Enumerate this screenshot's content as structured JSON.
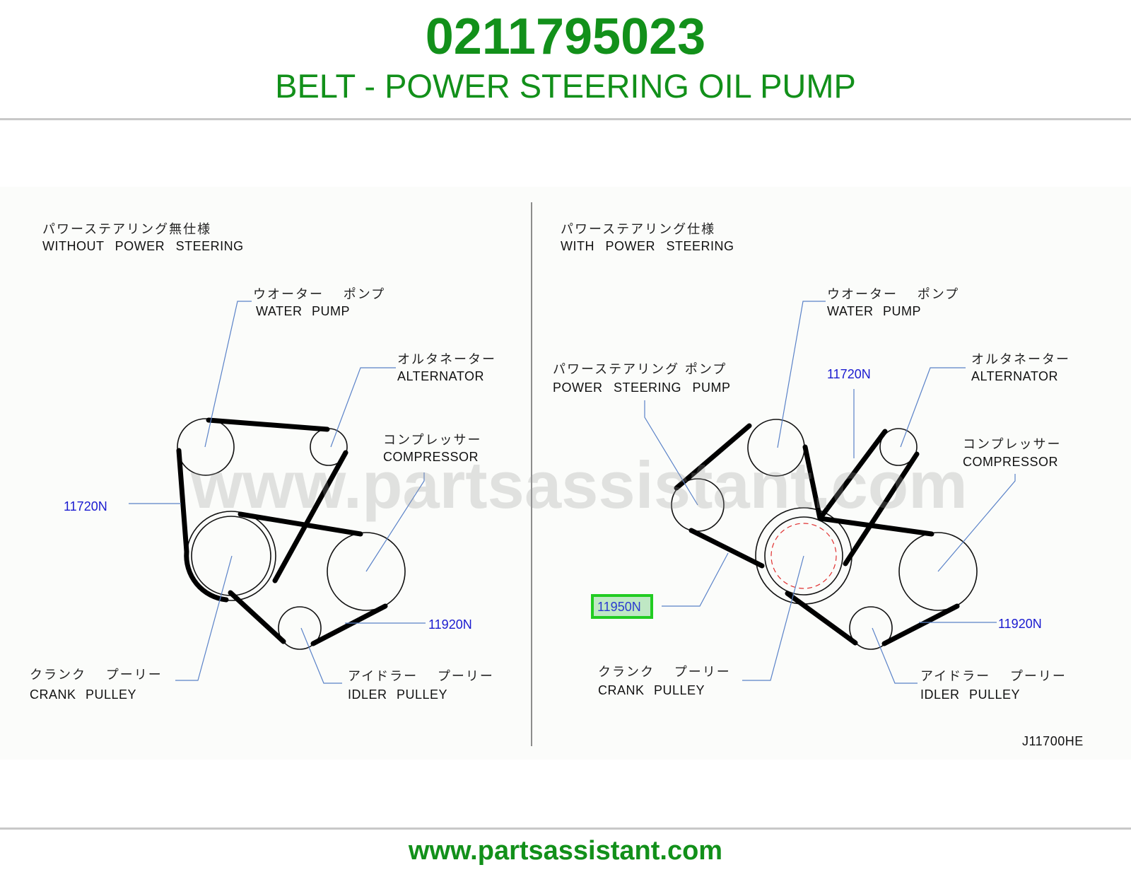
{
  "header": {
    "part_number": "0211795023",
    "title": "BELT - POWER STEERING OIL PUMP"
  },
  "footer": {
    "url": "www.partsassistant.com"
  },
  "watermark": "www.partsassistant.com",
  "colors": {
    "brand_green": "#12901a",
    "callout_blue": "#1a1ad0",
    "highlight_green": "#22cc22"
  },
  "diagram": {
    "left_panel": {
      "heading_jp": "パワーステアリング無仕様",
      "heading_en": "WITHOUT POWER STEERING",
      "water_pump_jp": "ウオーター ポンプ",
      "water_pump_en": "WATER PUMP",
      "alternator_jp": "オルタネーター",
      "alternator_en": "ALTERNATOR",
      "compressor_jp": "コンプレッサー",
      "compressor_en": "COMPRESSOR",
      "crank_jp": "クランク プーリー",
      "crank_en": "CRANK PULLEY",
      "idler_jp": "アイドラー プーリー",
      "idler_en": "IDLER PULLEY",
      "code_belt_a": "11720N",
      "code_belt_b": "11920N"
    },
    "right_panel": {
      "heading_jp": "パワーステアリング仕様",
      "heading_en": "WITH POWER STEERING",
      "ps_pump_jp": "パワーステアリング ポンプ",
      "ps_pump_en": "POWER STEERING PUMP",
      "water_pump_jp": "ウオーター ポンプ",
      "water_pump_en": "WATER PUMP",
      "alternator_jp": "オルタネーター",
      "alternator_en": "ALTERNATOR",
      "compressor_jp": "コンプレッサー",
      "compressor_en": "COMPRESSOR",
      "crank_jp": "クランク プーリー",
      "crank_en": "CRANK PULLEY",
      "idler_jp": "アイドラー プーリー",
      "idler_en": "IDLER PULLEY",
      "code_belt_a": "11720N",
      "code_belt_b": "11920N",
      "code_belt_ps": "11950N"
    },
    "figure_id": "J11700HE"
  }
}
